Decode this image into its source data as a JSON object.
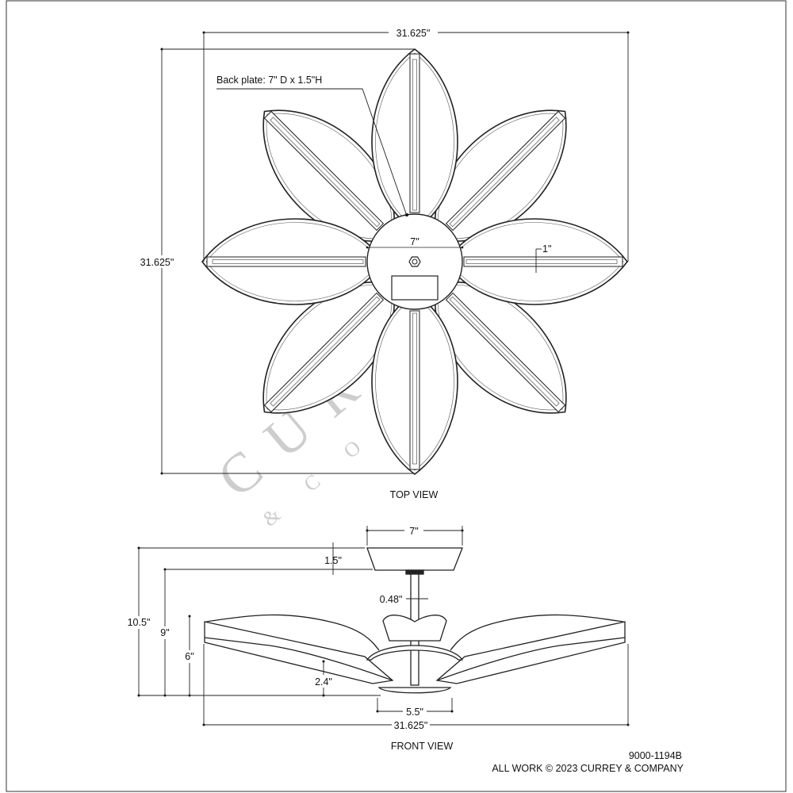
{
  "top_view": {
    "width_dim": "31.625\"",
    "height_dim": "31.625\"",
    "back_plate_label": "Back plate: 7\" D x 1.5\"H",
    "center_dim": "7\"",
    "bar_dim": "1\"",
    "caption": "TOP VIEW"
  },
  "front_view": {
    "canopy_dim": "7\"",
    "canopy_height_dim": "1.5\"",
    "rod_dim": "0.48\"",
    "overall_height_dim": "10.5\"",
    "fixture_height_dim": "9\"",
    "petal_height_dim": "6\"",
    "inner_height_dim": "2.4\"",
    "base_dim": "5.5\"",
    "width_dim": "31.625\"",
    "caption": "FRONT VIEW"
  },
  "footer": {
    "part_number": "9000-1194B",
    "copyright": "ALL WORK © 2023 CURREY & COMPANY"
  },
  "watermark": {
    "brand": "CURREY",
    "sub": "& COMPANY"
  }
}
